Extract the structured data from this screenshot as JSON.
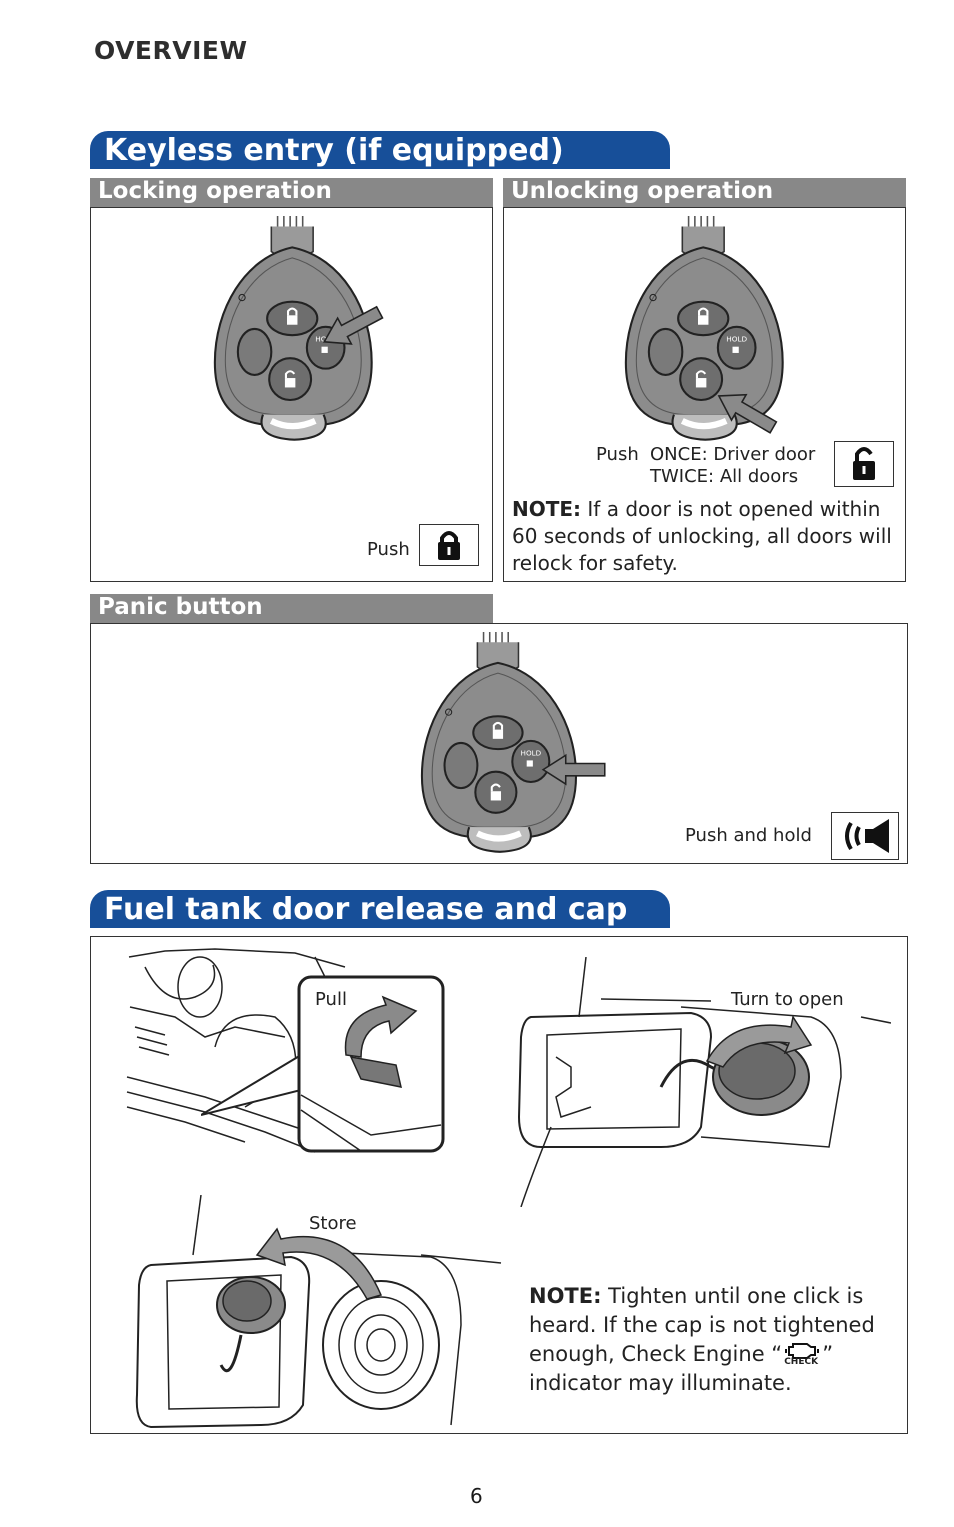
{
  "header": {
    "section": "OVERVIEW"
  },
  "keyless": {
    "title": "Keyless entry (if equipped)",
    "locking": {
      "label": "Locking operation",
      "push_text": "Push"
    },
    "unlocking": {
      "label": "Unlocking operation",
      "push_text": "Push",
      "once_text": "ONCE: Driver door",
      "twice_text": "TWICE: All doors",
      "note_label": "NOTE:",
      "note_text": " If a door is not opened within 60 seconds of unlocking, all doors will relock for safety."
    },
    "panic": {
      "label": "Panic button",
      "push_text": "Push and hold"
    },
    "fob_labels": {
      "hold": "HOLD"
    }
  },
  "fuel": {
    "title": "Fuel tank door release and cap",
    "pull_text": "Pull",
    "turn_text": "Turn to open",
    "store_text": "Store",
    "note_label": "NOTE:",
    "note_text_1": " Tighten until one click is heard. If the cap is not tightened enough, Check Engine “",
    "note_text_2": "” indicator may illuminate.",
    "check_label": "CHECK"
  },
  "footer": {
    "page_number": "6"
  },
  "colors": {
    "banner": "#174f99",
    "sub_banner": "#888888",
    "fob": "#8a8a8a"
  }
}
